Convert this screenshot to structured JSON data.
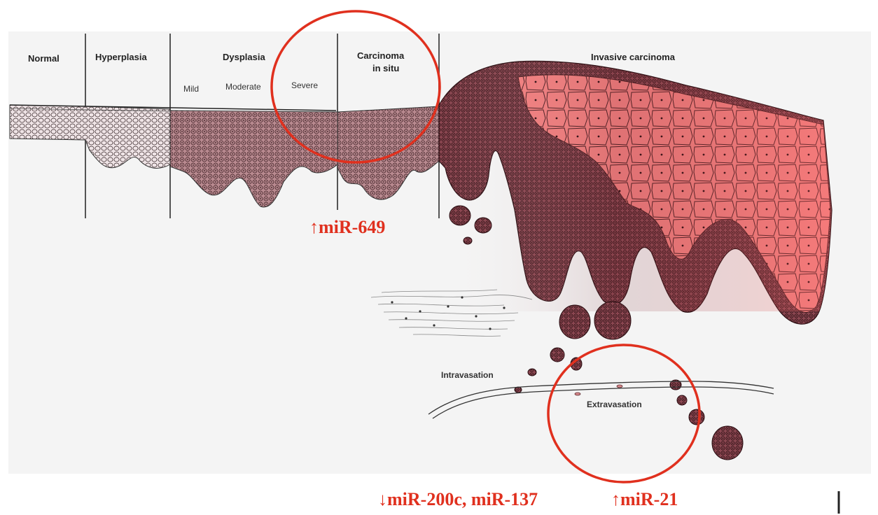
{
  "stages": {
    "normal": "Normal",
    "hyperplasia": "Hyperplasia",
    "dysplasia": "Dysplasia",
    "cis_line1": "Carcinoma",
    "cis_line2": "in situ",
    "invasive": "Invasive carcinoma"
  },
  "dysplasia_grades": {
    "mild": "Mild",
    "moderate": "Moderate",
    "severe": "Severe"
  },
  "vessel": {
    "intravasation": "Intravasation",
    "extravasation": "Extravasation"
  },
  "mirna": {
    "label_649": "miR-649",
    "label_200c_137": "miR-200c, miR-137",
    "label_21": "miR-21",
    "arrow_up": "↑",
    "arrow_down": "↓"
  },
  "colors": {
    "highlight": "#e0301e",
    "tissue_normal": "#e9dcdc",
    "tissue_invasive": "#f07a7a",
    "tissue_dark": "#7a3a3e"
  }
}
